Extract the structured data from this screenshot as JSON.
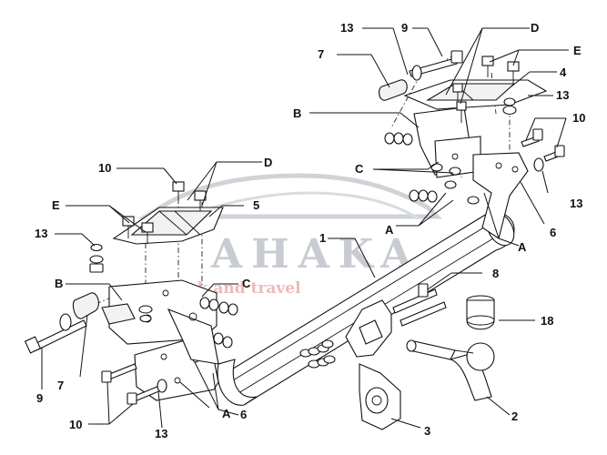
{
  "diagram": {
    "labels": {
      "l1": "1",
      "l2": "2",
      "l3": "3",
      "l4": "4",
      "l5": "5",
      "l6a": "6",
      "l6b": "6",
      "l7a": "7",
      "l7b": "7",
      "l8": "8",
      "l9a": "9",
      "l9b": "9",
      "l10a": "10",
      "l10b": "10",
      "l10c": "10",
      "l13a": "13",
      "l13b": "13",
      "l13c": "13",
      "l13d": "13",
      "l13e": "13",
      "l18": "18",
      "lAa": "A",
      "lAb": "A",
      "lAc": "A",
      "lBa": "B",
      "lBb": "B",
      "lCa": "C",
      "lCb": "C",
      "lDa": "D",
      "lDb": "D",
      "lEa": "E",
      "lEb": "E"
    },
    "watermark": {
      "title": "AHAKA",
      "subtitle": "pick and travel",
      "logo": "car-logo"
    }
  }
}
